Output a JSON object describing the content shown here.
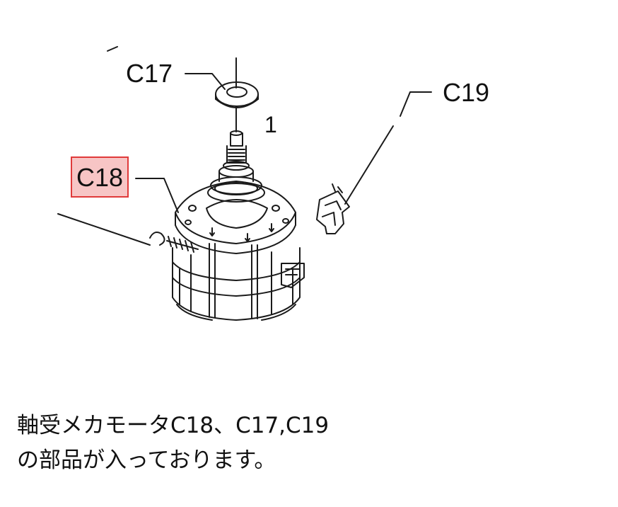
{
  "diagram": {
    "part_labels": {
      "c17": "C17",
      "c18": "C18",
      "c19": "C19",
      "shaft": "1"
    },
    "highlight_color": "#f7c5c5",
    "highlight_border_color": "#e03a3a"
  },
  "caption": {
    "line1": "軸受メカモータC18、C17,C19",
    "line2": "の部品が入っております。"
  }
}
